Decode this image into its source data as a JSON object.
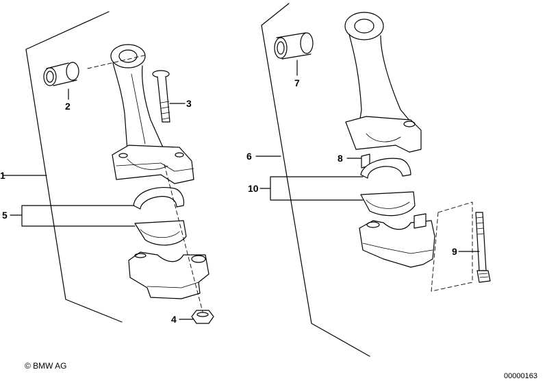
{
  "diagram": {
    "callouts": {
      "c1": "1",
      "c2": "2",
      "c3": "3",
      "c4": "4",
      "c5": "5",
      "c6": "6",
      "c7": "7",
      "c8": "8",
      "c9": "9",
      "c10": "10"
    },
    "copyright": "© BMW AG",
    "image_number": "00000163"
  }
}
